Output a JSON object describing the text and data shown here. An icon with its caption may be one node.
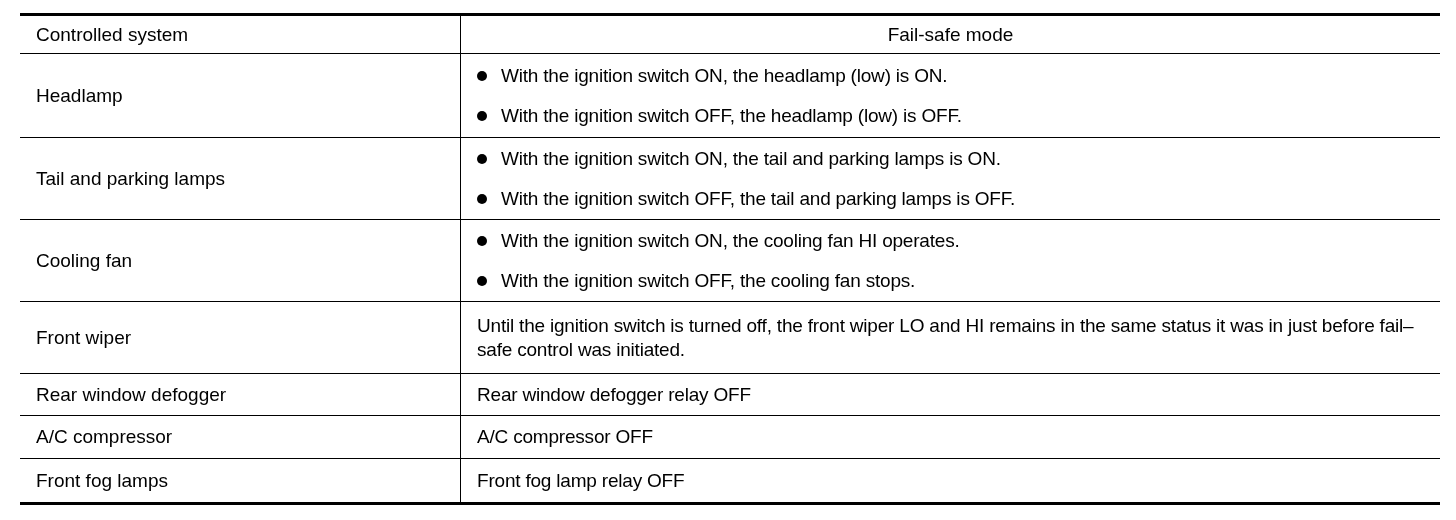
{
  "diagram": {
    "labels": [
      "Controlled system",
      "Fail-safe mode",
      "Headlamp",
      "With the ignition switch ON, the headlamp (low) is ON.",
      "With the ignition switch OFF, the headlamp (low) is OFF.",
      "Tail and parking lamps",
      "With the ignition switch ON, the tail and parking lamps is ON.",
      "With the ignition switch OFF, the tail and parking lamps is OFF.",
      "Cooling fan",
      "With the ignition switch ON, the cooling fan HI operates.",
      "With the ignition switch OFF, the cooling fan stops.",
      "Front wiper",
      "Until the ignition switch is turned off, the front wiper LO and HI remains in the same status it was in just before fail–safe control was initiated.",
      "Rear window defogger",
      "Rear window defogger relay OFF",
      "A/C compressor",
      "A/C compressor OFF",
      "Front fog lamps",
      "Front fog lamp relay OFF"
    ]
  }
}
